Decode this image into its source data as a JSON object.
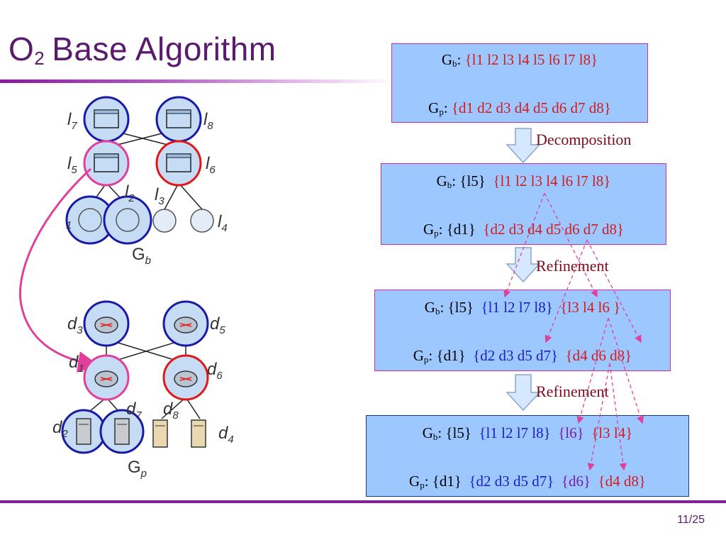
{
  "slide": {
    "title_main": "O",
    "title_sub": "2",
    "title_rest": "Base Algorithm",
    "page_number": "11/25"
  },
  "left_diagram": {
    "top_graph": {
      "name_main": "G",
      "name_sub": "b",
      "labels": {
        "l7_main": "l",
        "l7_sub": "7",
        "l8_main": "l",
        "l8_sub": "8",
        "l5_main": "l",
        "l5_sub": "5",
        "l6_main": "l",
        "l6_sub": "6",
        "l2_main": "l",
        "l2_sub": "2",
        "l3_main": "l",
        "l3_sub": "3",
        "l4_main": "l",
        "l4_sub": "4",
        "l1_sub": "1"
      }
    },
    "bottom_graph": {
      "name_main": "G",
      "name_sub": "p",
      "labels": {
        "d3_main": "d",
        "d3_sub": "3",
        "d5_main": "d",
        "d5_sub": "5",
        "d1_main": "d",
        "d1_sub": "1",
        "d6_main": "d",
        "d6_sub": "6",
        "d7_main": "d",
        "d7_sub": "7",
        "d8_main": "d",
        "d8_sub": "8",
        "d2_main": "d",
        "d2_sub": "2",
        "d4_main": "d",
        "d4_sub": "4"
      }
    },
    "colors": {
      "node_fill": "#c6dcf5",
      "blue_ring": "#1a1aa8",
      "pink_ring": "#e0409a",
      "red_ring": "#e01818",
      "arrow": "#e0409a"
    }
  },
  "steps": {
    "decomposition_label": "Decomposition",
    "refinement1_label": "Refinement",
    "refinement2_label": "Refinement"
  },
  "boxes": {
    "b0": {
      "gb_main": "G",
      "gb_sub": "b",
      "gb_sep": ":",
      "gb_set": "{l1 l2 l3 l4 l5 l6 l7 l8}",
      "gp_main": "G",
      "gp_sub": "p",
      "gp_sep": ":",
      "gp_set": "{d1 d2 d3 d4 d5 d6 d7 d8}"
    },
    "b1": {
      "gb_main": "G",
      "gb_sub": "b",
      "gb_sep": ":",
      "gb_set1": "{l5}",
      "gb_set2": "{l1 l2 l3 l4 l6 l7 l8}",
      "gp_main": "G",
      "gp_sub": "p",
      "gp_sep": ":",
      "gp_set1": "{d1}",
      "gp_set2": "{d2 d3 d4 d5 d6 d7 d8}"
    },
    "b2": {
      "gb_main": "G",
      "gb_sub": "b",
      "gb_sep": ":",
      "gb_set1": "{l5}",
      "gb_set2": "{l1 l2 l7 l8}",
      "gb_set3": "{l3 l4 l6 }",
      "gp_main": "G",
      "gp_sub": "p",
      "gp_sep": ":",
      "gp_set1": "{d1}",
      "gp_set2": "{d2 d3 d5 d7}",
      "gp_set3": "{d4 d6 d8}"
    },
    "b3": {
      "gb_main": "G",
      "gb_sub": "b",
      "gb_sep": ":",
      "gb_set1": "{l5}",
      "gb_set2": "{l1 l2 l7 l8}",
      "gb_set3": "{l6}",
      "gb_set4": "{l3 l4}",
      "gp_main": "G",
      "gp_sub": "p",
      "gp_sep": ":",
      "gp_set1": "{d1}",
      "gp_set2": "{d2 d3 d5 d7}",
      "gp_set3": "{d6}",
      "gp_set4": "{d4 d8}"
    }
  }
}
